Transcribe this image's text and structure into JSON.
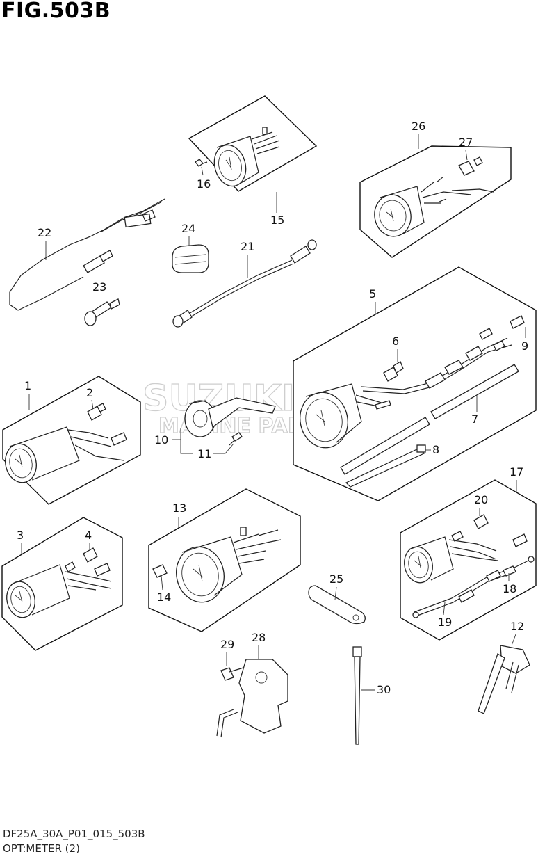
{
  "figure": {
    "title": "FIG.503B",
    "code": "DF25A_30A_P01_015_503B",
    "description": "OPT:METER (2)"
  },
  "watermark": {
    "brand": "SUZUKI",
    "subtitle": "MARINE PARTS"
  },
  "callouts": {
    "n1": "1",
    "n2": "2",
    "n3": "3",
    "n4": "4",
    "n5": "5",
    "n6": "6",
    "n7": "7",
    "n8": "8",
    "n9": "9",
    "n10": "10",
    "n11": "11",
    "n12": "12",
    "n13": "13",
    "n14": "14",
    "n15": "15",
    "n16": "16",
    "n17": "17",
    "n18": "18",
    "n19": "19",
    "n20": "20",
    "n21": "21",
    "n22": "22",
    "n23": "23",
    "n24": "24",
    "n25": "25",
    "n26": "26",
    "n27": "27",
    "n28": "28",
    "n29": "29",
    "n30": "30"
  }
}
